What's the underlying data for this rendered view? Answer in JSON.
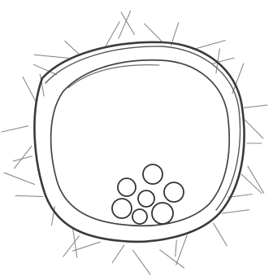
{
  "drawing": {
    "subject": "sketch",
    "colors": {
      "background": "#ffffff",
      "outline": "#3a3a3a",
      "inner_line": "#444444",
      "hairs": "#8a8a8a",
      "granules": "#333333"
    },
    "hair_count": 36,
    "granule_count": 7
  }
}
